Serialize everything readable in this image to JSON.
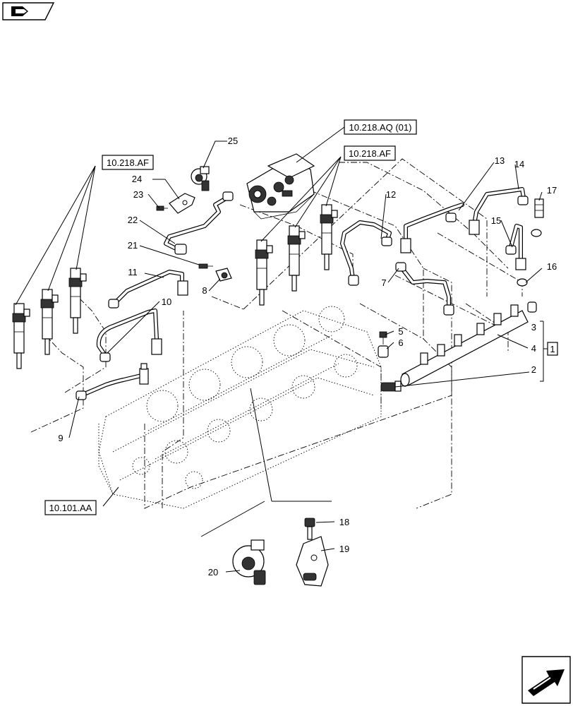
{
  "header_icon": "book-arrow-icon",
  "footer_icon": "next-page-arrow-icon",
  "references": {
    "fuel_pump_ref": "10.218.AQ (01)",
    "injectors_ref_left": "10.218.AF",
    "injectors_ref_right": "10.218.AF",
    "cylinder_head_ref": "10.101.AA"
  },
  "group_box_label": "1",
  "callouts": [
    "2",
    "3",
    "4",
    "5",
    "6",
    "7",
    "8",
    "9",
    "10",
    "11",
    "12",
    "13",
    "14",
    "15",
    "16",
    "17",
    "18",
    "19",
    "20",
    "21",
    "22",
    "23",
    "24",
    "25"
  ]
}
